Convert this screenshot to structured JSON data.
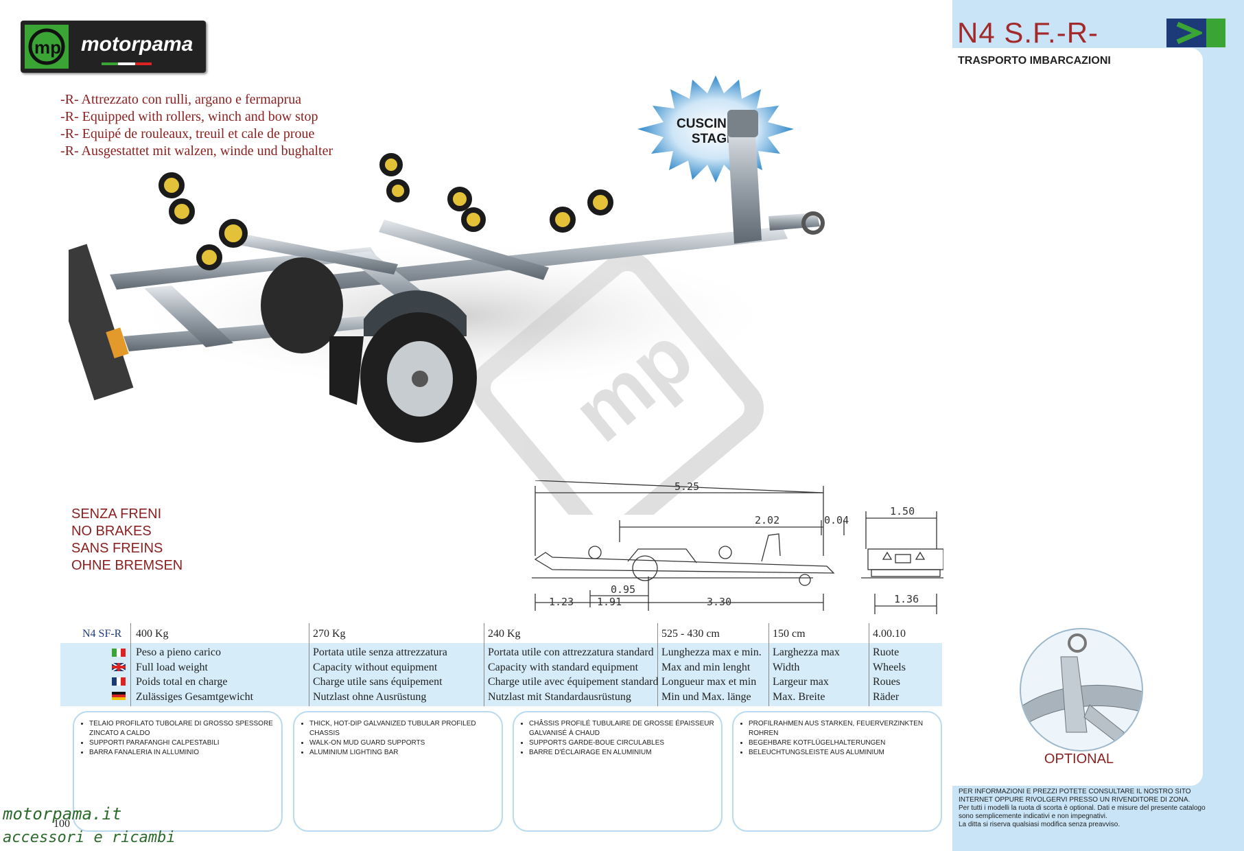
{
  "brand": {
    "name": "motorpama"
  },
  "header": {
    "model": "N4 S.F.-R-",
    "category": "TRASPORTO IMBARCAZIONI"
  },
  "features": [
    "-R- Attrezzato con rulli, argano e fermaprua",
    "-R- Equipped with rollers, winch and bow stop",
    "-R- Equipé de rouleaux, treuil et cale de proue",
    "-R- Ausgestattet mit walzen, winde und bughalter"
  ],
  "badge": {
    "line1": "CUSCINETTI",
    "line2": "STAGNI"
  },
  "brakes": [
    "SENZA FRENI",
    "NO BRAKES",
    "SANS FREINS",
    "OHNE BREMSEN"
  ],
  "schematic": {
    "dims": [
      "5.25",
      "2.02",
      "0.04",
      "1.50",
      "0.95",
      "1.23",
      "1.91",
      "3.30",
      "1.36"
    ]
  },
  "spec_table": {
    "model": "N4 SF-R",
    "values": [
      "400 Kg",
      "270 Kg",
      "240 Kg",
      "525 - 430 cm",
      "150 cm",
      "4.00.10"
    ],
    "labels": [
      [
        "Peso a pieno carico",
        "Full load weight",
        "Poids total en charge",
        "Zulässiges Gesamtgewicht"
      ],
      [
        "Portata utile senza attrezzatura",
        "Capacity without equipment",
        "Charge utile sans équipement",
        "Nutzlast ohne Ausrüstung"
      ],
      [
        "Portata utile con attrezzatura standard",
        "Capacity with standard equipment",
        "Charge utile avec équipement standard",
        "Nutzlast mit Standardausrüstung"
      ],
      [
        "Lunghezza max e min.",
        "Max and min lenght",
        "Longueur max et min",
        "Min und Max. länge"
      ],
      [
        "Larghezza max",
        "Width",
        "Largeur max",
        "Max. Breite"
      ],
      [
        "Ruote",
        "Wheels",
        "Roues",
        "Räder"
      ]
    ]
  },
  "feature_boxes": [
    [
      "TELAIO PROFILATO TUBOLARE DI GROSSO SPESSORE ZINCATO A CALDO",
      "SUPPORTI PARAFANGHI CALPESTABILI",
      "BARRA FANALERIA IN ALLUMINIO"
    ],
    [
      "THICK, HOT-DIP GALVANIZED TUBULAR PROFILED CHASSIS",
      "WALK-ON MUD GUARD SUPPORTS",
      "ALUMINIUM LIGHTING BAR"
    ],
    [
      "CHÂSSIS PROFILÉ TUBULAIRE DE GROSSE ÉPAISSEUR GALVANISÉ À CHAUD",
      "SUPPORTS GARDE-BOUE CIRCULABLES",
      "BARRE D'ÉCLAIRAGE EN ALUMINIUM"
    ],
    [
      "PROFILRAHMEN AUS STARKEN, FEUERVERZINKTEN ROHREN",
      "BEGEHBARE KOTFLÜGELHALTERUNGEN",
      "BELEUCHTUNGSLEISTE AUS ALUMINIUM"
    ]
  ],
  "optional": {
    "label": "OPTIONAL"
  },
  "footer": {
    "info_caps": "PER INFORMAZIONI E PREZZI POTETE CONSULTARE IL NOSTRO SITO INTERNET OPPURE RIVOLGERVI PRESSO UN RIVENDITORE DI ZONA.",
    "info_1": "Per tutti i modelli la ruota di scorta è optional. Dati e misure del presente catalogo sono semplicemente indicativi e non impegnativi.",
    "info_2": "La ditta si riserva qualsiasi modifica senza preavviso.",
    "site": "motorpama.it",
    "tagline": "accessori e ricambi",
    "page": "100"
  },
  "colors": {
    "accent_red": "#8b1f1f",
    "brand_green": "#3aa535",
    "panel_blue": "#c8e4f6",
    "navy": "#1d3a78"
  }
}
